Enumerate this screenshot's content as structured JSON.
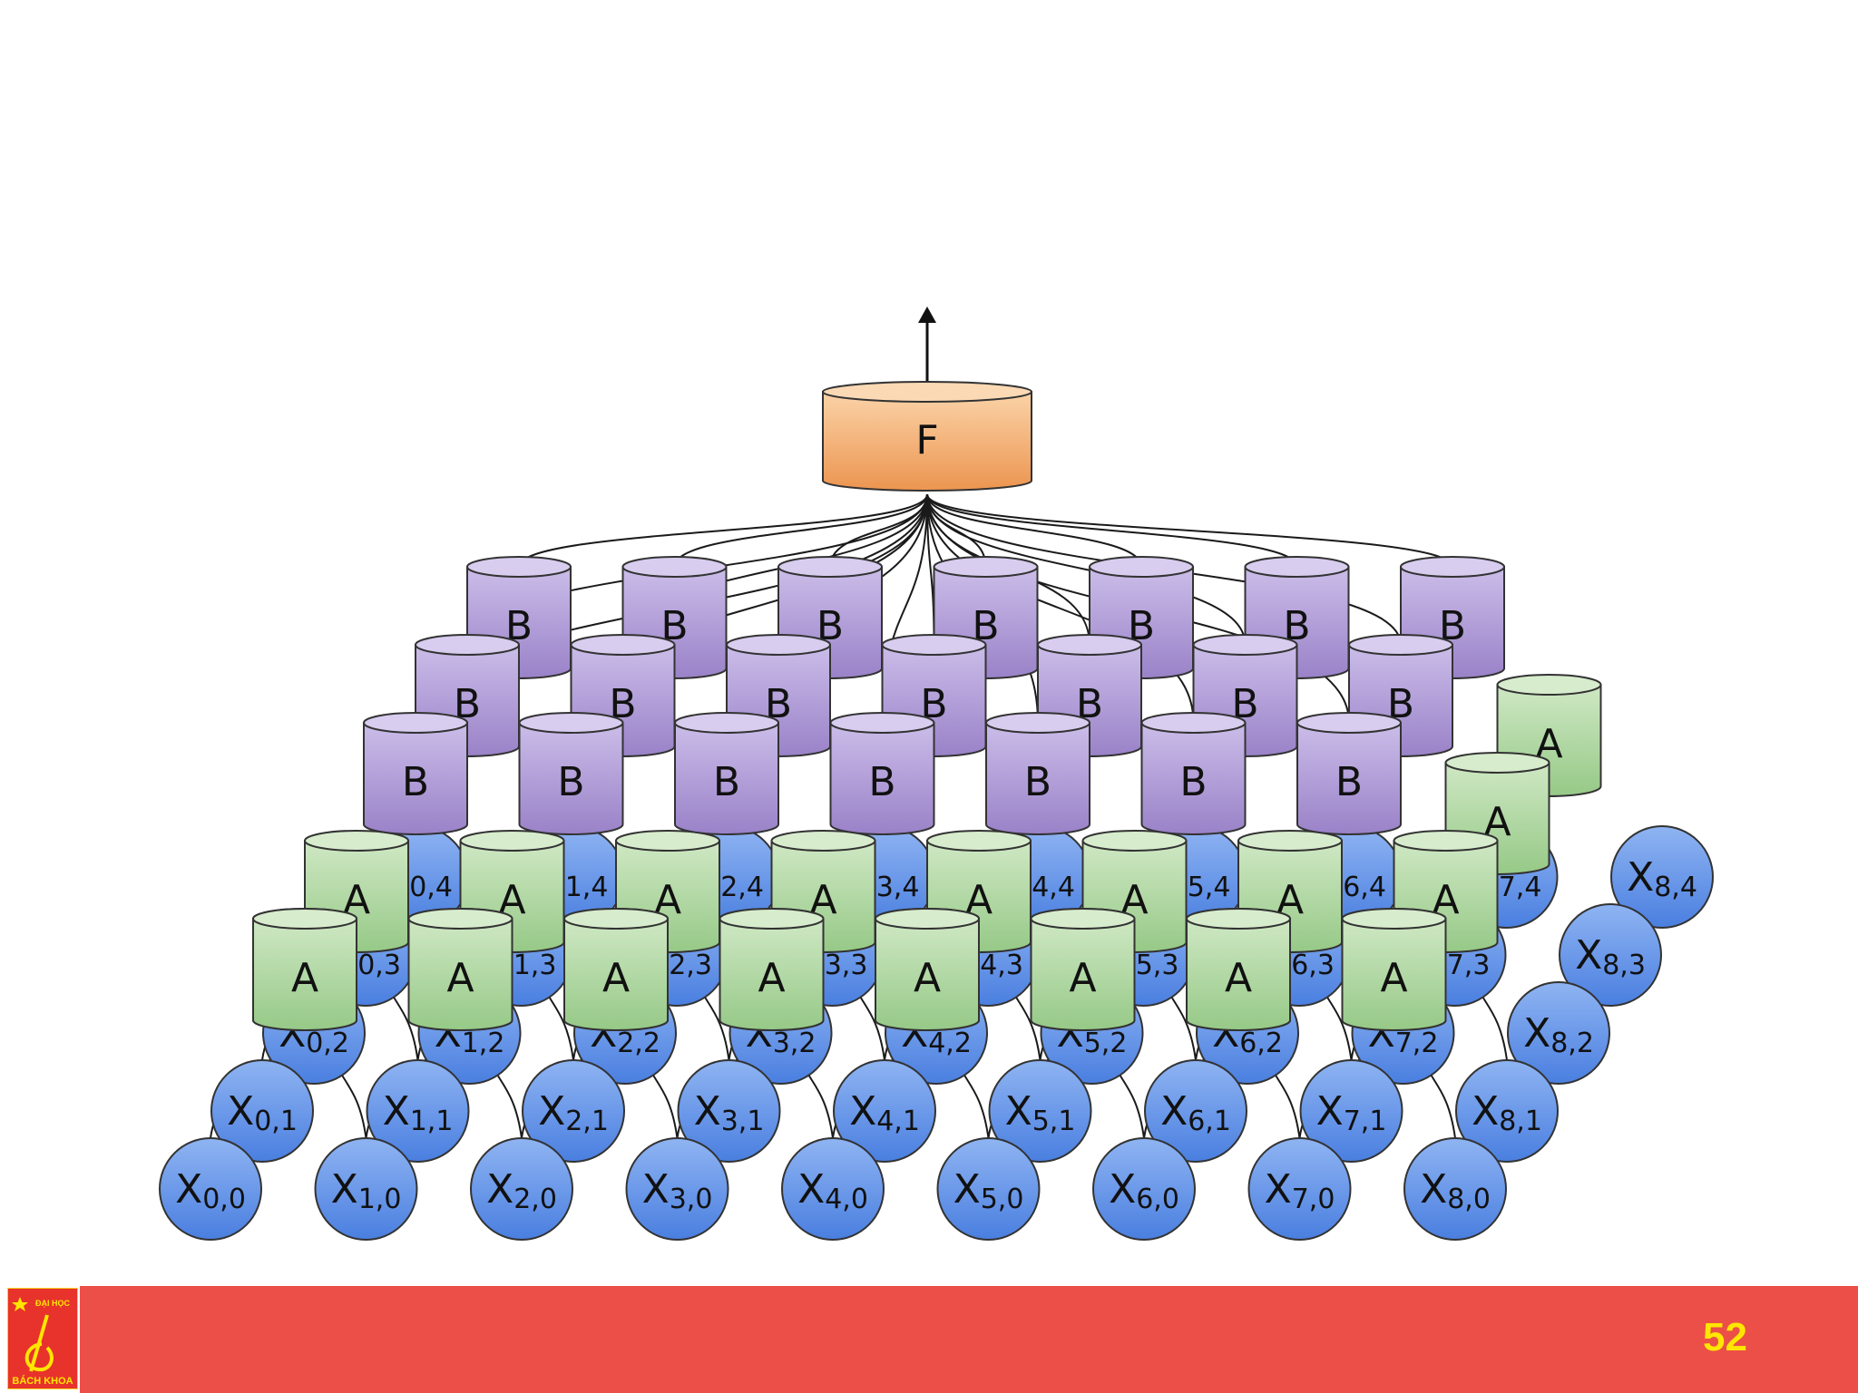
{
  "diagram": {
    "output_node": "F",
    "layer2_label": "B",
    "layer1_label": "A",
    "input_prefix": "X",
    "colors": {
      "input": "#5b8ee6",
      "layer1": "#a8d49a",
      "layer2": "#a893d1",
      "output": "#f0a35e",
      "stroke": "#333333"
    }
  },
  "footer": {
    "logo_text_top": "ĐẠI HỌC",
    "logo_text_bottom": "BÁCH KHOA",
    "page_number": "52",
    "bar_color": "#eb4f47"
  }
}
